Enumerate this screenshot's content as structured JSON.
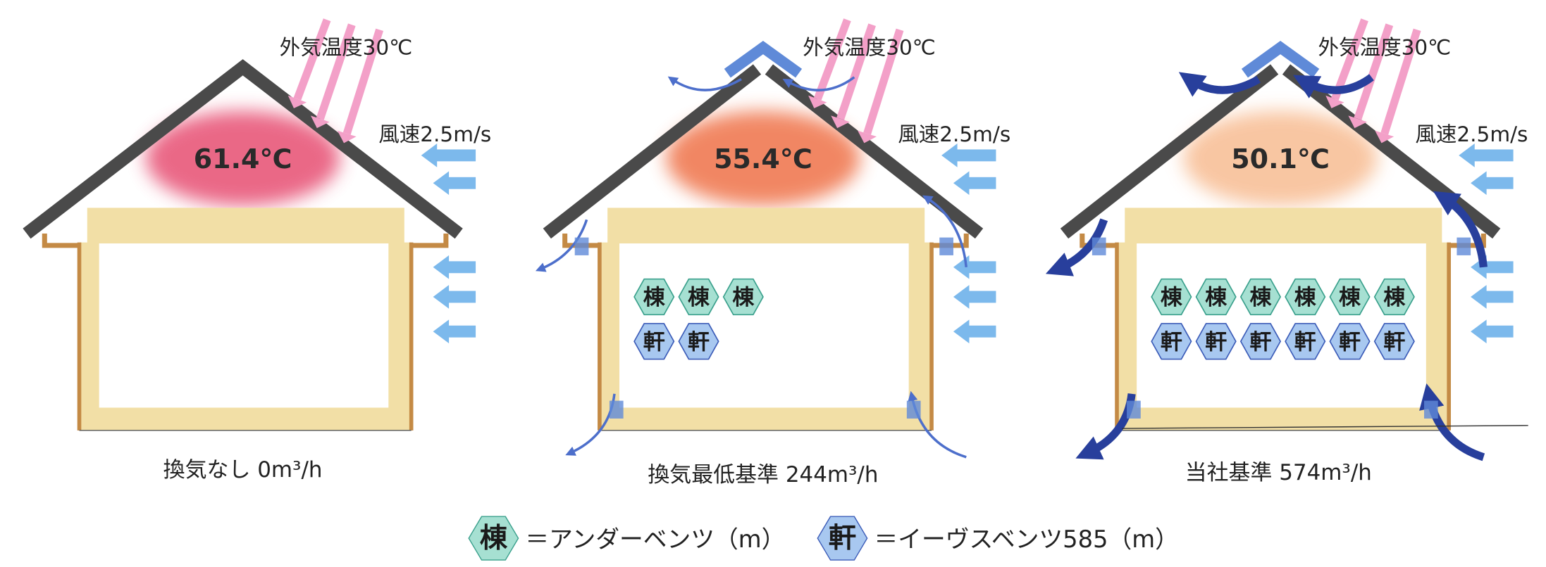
{
  "colors": {
    "roof": "#4a4a4a",
    "insulation": "#f2dfa6",
    "wall_edge": "#c48a45",
    "sun_arrow": "#f3a0c8",
    "wind_arrow": "#7cb9ec",
    "airflow_dark": "#283f9c",
    "airflow_light": "#4d6fcb",
    "ridge_vent": "#5f8ad8",
    "ridge_hex_fill": "#a6e0d2",
    "ridge_hex_stroke": "#3aa08c",
    "eave_hex_fill": "#a8c8f0",
    "eave_hex_stroke": "#3c5cb8"
  },
  "houses": [
    {
      "attic_temp": "61.4℃",
      "heat_color": "#e8587a",
      "outside_temp": "外気温度30℃",
      "wind": "風速2.5m/s",
      "caption": "換気なし 0m³/h",
      "ridge_vents": 0,
      "eave_vents": 0,
      "airflow": "none"
    },
    {
      "attic_temp": "55.4℃",
      "heat_color": "#f07a52",
      "outside_temp": "外気温度30℃",
      "wind": "風速2.5m/s",
      "caption": "換気最低基準 244m³/h",
      "ridge_vents": 3,
      "eave_vents": 2,
      "airflow": "light"
    },
    {
      "attic_temp": "50.1℃",
      "heat_color": "#f8c098",
      "outside_temp": "外気温度30℃",
      "wind": "風速2.5m/s",
      "caption": "当社基準 574m³/h",
      "ridge_vents": 6,
      "eave_vents": 6,
      "airflow": "dark"
    }
  ],
  "legend": {
    "ridge_symbol": "棟",
    "ridge_text": "＝アンダーベンツ（m）",
    "eave_symbol": "軒",
    "eave_text": "＝イーヴスベンツ585（m）"
  }
}
